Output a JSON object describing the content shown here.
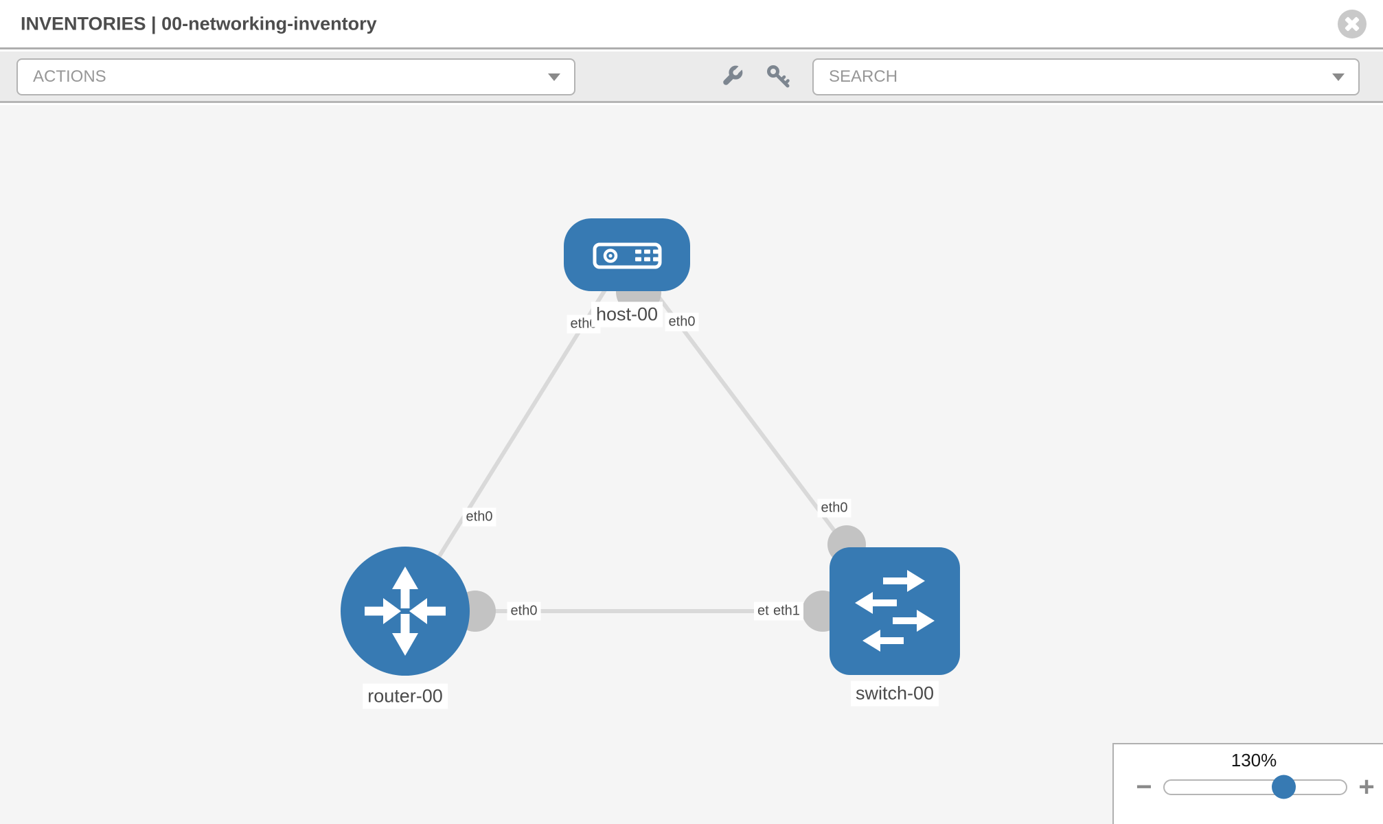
{
  "header": {
    "title": "INVENTORIES | 00-networking-inventory"
  },
  "toolbar": {
    "actions_label": "ACTIONS",
    "search_label": "SEARCH"
  },
  "topology": {
    "nodes": [
      {
        "id": "host-00",
        "type": "host",
        "label": "host-00"
      },
      {
        "id": "router-00",
        "type": "router",
        "label": "router-00"
      },
      {
        "id": "switch-00",
        "type": "switch",
        "label": "switch-00"
      }
    ],
    "links": [
      {
        "from": "host-00",
        "from_if": "eth0",
        "to": "router-00",
        "to_if": "eth0"
      },
      {
        "from": "host-00",
        "from_if": "eth0",
        "to": "switch-00",
        "to_if": "eth0"
      },
      {
        "from": "router-00",
        "from_if": "eth0",
        "to": "switch-00",
        "to_if": "eth1",
        "to_if_behind": "eth0"
      }
    ]
  },
  "zoom_control": {
    "level": "130%",
    "minus": "−",
    "plus": "+"
  },
  "colors": {
    "node_blue": "#377ab3",
    "port_gray": "#c3c3c3",
    "link_gray": "#d9d9d9",
    "canvas_bg": "#f5f5f5"
  }
}
